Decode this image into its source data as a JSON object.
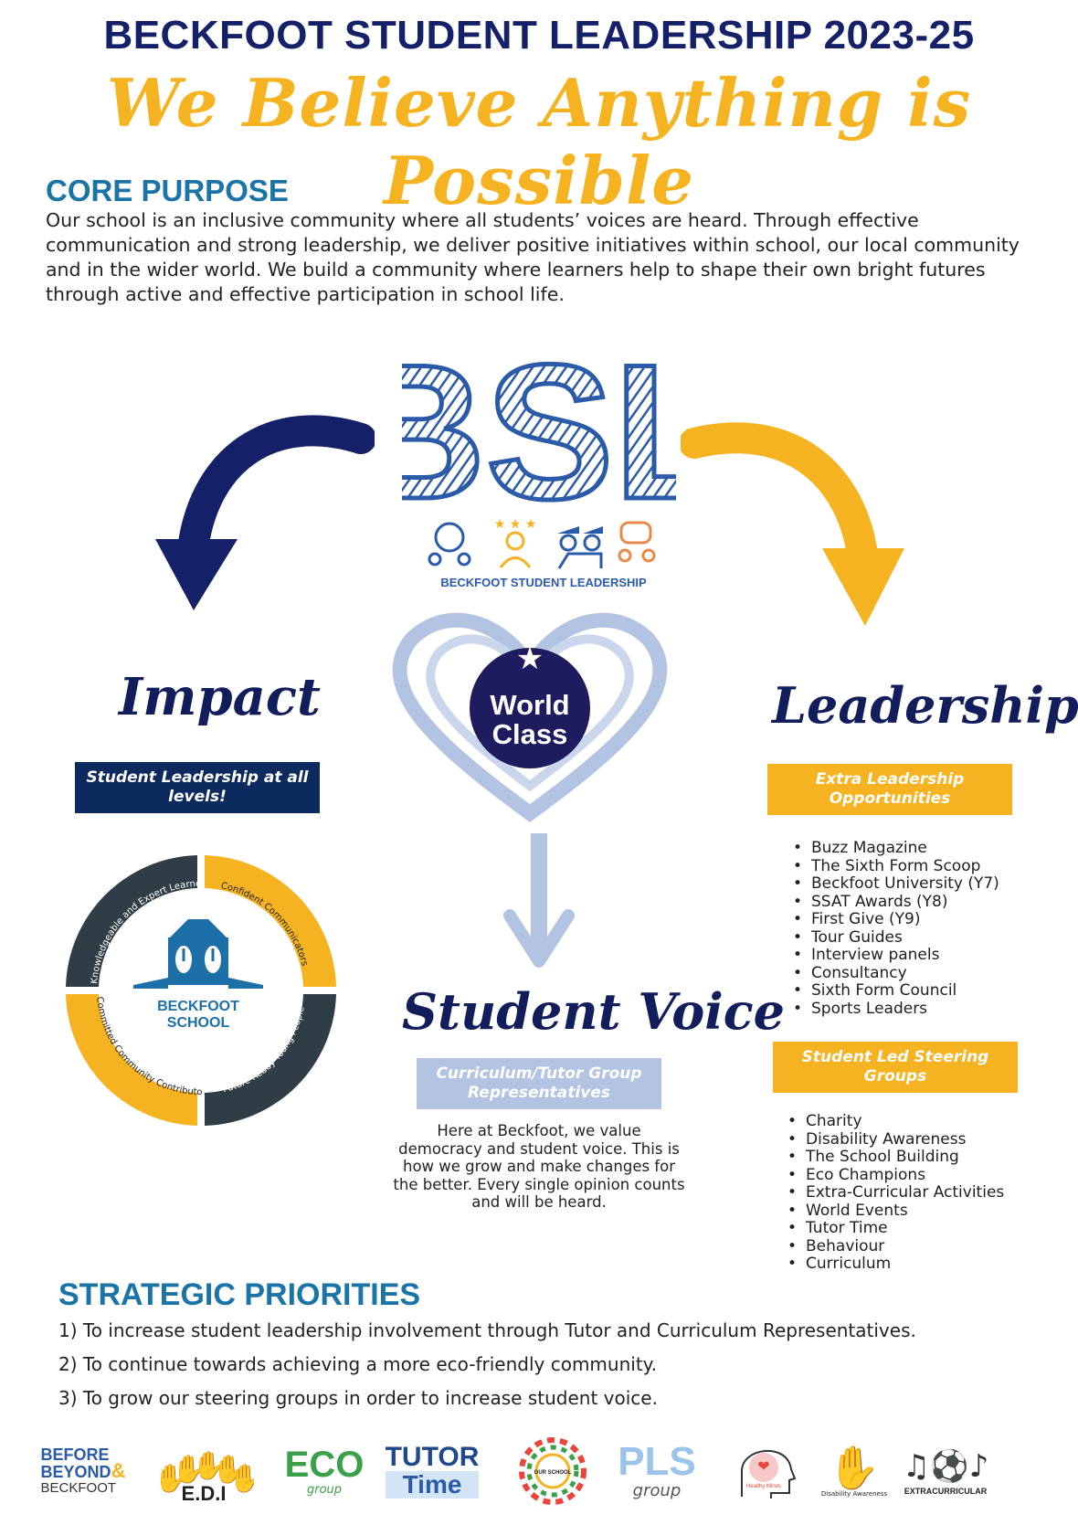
{
  "header": {
    "title": "BECKFOOT STUDENT LEADERSHIP 2023-25",
    "tagline": "We Believe Anything is Possible"
  },
  "core_purpose": {
    "heading": "CORE PURPOSE",
    "text": "Our school is an inclusive community where all students’ voices are heard. Through effective communication and strong leadership, we deliver positive initiatives within school, our local community and in the wider world. We build a community where learners help to shape their own bright futures through active and effective participation in school life."
  },
  "bsl_logo": {
    "letters": "BSL",
    "subtitle": "BECKFOOT STUDENT LEADERSHIP"
  },
  "world_class": {
    "line1": "World",
    "line2": "Class"
  },
  "impact": {
    "heading": "Impact",
    "box": "Student Leadership at all levels!"
  },
  "beckfoot_wheel": {
    "school_name_1": "BECKFOOT",
    "school_name_2": "SCHOOL",
    "segments": [
      "Knowledgeable and Expert Learners",
      "Confident Communicators",
      "Future Ready Young People",
      "Committed Community Contributors"
    ]
  },
  "leadership": {
    "heading": "Leadership",
    "extra_box": "Extra Leadership Opportunities",
    "extra_items": [
      "Buzz Magazine",
      "The Sixth Form Scoop",
      "Beckfoot University (Y7)",
      "SSAT Awards (Y8)",
      "First Give (Y9)",
      "Tour Guides",
      "Interview panels",
      "Consultancy",
      "Sixth Form Council",
      "Sports Leaders"
    ],
    "steering_box": "Student Led Steering Groups",
    "steering_items": [
      "Charity",
      "Disability Awareness",
      "The School Building",
      "Eco Champions",
      "Extra-Curricular Activities",
      "World Events",
      "Tutor Time",
      "Behaviour",
      "Curriculum"
    ]
  },
  "student_voice": {
    "heading": "Student Voice",
    "box": "Curriculum/Tutor Group Representatives",
    "text": "Here at Beckfoot, we value democracy and student voice. This is how we grow and make changes for the better. Every single opinion counts and will be heard."
  },
  "strategic": {
    "heading": "STRATEGIC PRIORITIES",
    "items": [
      "1) To increase student leadership involvement through Tutor and Curriculum Representatives.",
      "2) To continue towards achieving a more eco-friendly community.",
      "3) To grow our steering groups in order to increase student voice."
    ]
  },
  "footer_logos": {
    "before_1": "BEFORE",
    "before_2": "BEYOND",
    "before_amp": "&",
    "before_3": "BECKFOOT",
    "edi": "E.D.I",
    "eco": "ECO",
    "eco_sub": "group",
    "tutor_1": "TUTOR",
    "tutor_2": "Time",
    "our_school": "OUR SCHOOL",
    "pls": "PLS",
    "pls_sub": "group",
    "healthy": "Healthy Minds",
    "disability": "Disability Awareness",
    "extracurricular": "EXTRACURRICULAR"
  },
  "colors": {
    "navy": "#142169",
    "gold": "#f5b322",
    "teal_heading": "#1b74a8",
    "light_blue": "#b2c4e1",
    "dark_slate": "#2f3e46"
  }
}
